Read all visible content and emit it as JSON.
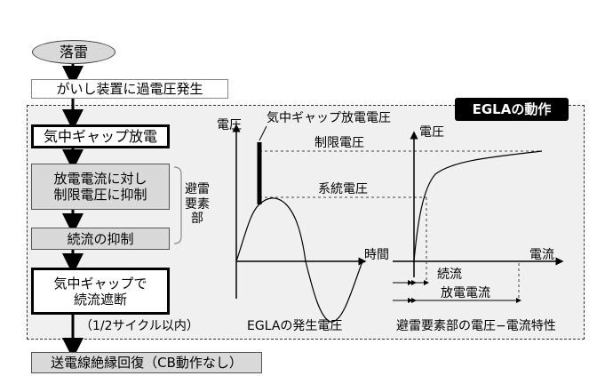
{
  "start_node": "落雷",
  "insulator_box": "がいし装置に過電圧発生",
  "panel_title": "EGLAの動作",
  "flow": {
    "step1": "気中ギャップ放電",
    "step2": "放電電流に対し\n制限電圧に抑制",
    "step3": "続流の抑制",
    "step4": "気中ギャップで\n続流遮断",
    "cycle_note": "（1/2サイクル以内）",
    "bracket_label": "避雷\n要素部"
  },
  "final_box": "送電線絶縁回復（CB動作なし）",
  "left_graph": {
    "ylabel": "電圧",
    "xlabel": "時間",
    "annot_gap": "気中ギャップ放電電圧",
    "annot_limit": "制限電圧",
    "annot_system": "系統電圧",
    "caption": "EGLAの発生電圧"
  },
  "right_graph": {
    "ylabel": "電圧",
    "xlabel": "電流",
    "follow_current": "続流",
    "discharge_current": "放電電流",
    "caption": "避雷要素部の電圧−電流特性"
  },
  "colors": {
    "panel_bg": "#f0f0f0",
    "box_gray": "#d9d9d9",
    "title_bg": "#000000"
  }
}
